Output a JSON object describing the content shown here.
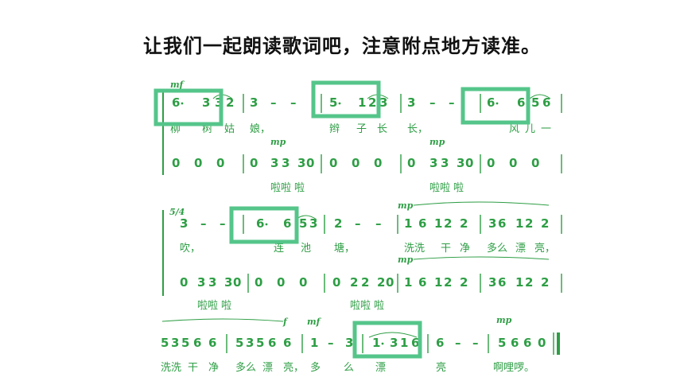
{
  "title": "让我们一起朗读歌词吧，注意附点地方读准。",
  "colors": {
    "notation": "#2e9e45",
    "highlight": "#55c58a",
    "title": "#111111"
  },
  "dynamics": {
    "mf": "mf",
    "mp": "mp",
    "f": "f"
  },
  "time_signature": "5/4",
  "system1": {
    "upper": [
      "6.",
      "3",
      "3",
      "2",
      "|",
      "3",
      "–",
      "–",
      "|",
      "5.",
      "1",
      "2",
      "3",
      "|",
      "3",
      "–",
      "–",
      "|",
      "6.",
      "6",
      "5",
      "6",
      "|"
    ],
    "lyrics_upper": [
      "柳",
      "树",
      "姑",
      "娘，",
      "辫",
      "子",
      "长",
      "长，",
      "风",
      "儿",
      "一"
    ],
    "lower": [
      "0",
      "0",
      "0",
      "|",
      "0",
      "3",
      "3",
      "3",
      "0",
      "|",
      "0",
      "0",
      "0",
      "|",
      "0",
      "3",
      "3",
      "3",
      "0",
      "|",
      "0",
      "0",
      "0",
      "|"
    ],
    "lyrics_lower": [
      "啦啦",
      "啦",
      "啦啦",
      "啦"
    ]
  },
  "system2": {
    "upper": [
      "3",
      "–",
      "–",
      "|",
      "6.",
      "6",
      "5",
      "3",
      "|",
      "2",
      "–",
      "–",
      "|",
      "1",
      "6",
      "1",
      "2",
      "2",
      "|",
      "3",
      "6",
      "1",
      "2",
      "2"
    ],
    "lyrics_upper": [
      "吹，",
      "池",
      "塘，",
      "洗洗",
      "干",
      "净",
      "多么",
      "漂",
      "亮，"
    ],
    "lyrics_upper_partial": [
      "吹，",
      "连",
      "池",
      "塘，"
    ],
    "lower": [
      "0",
      "3",
      "3",
      "3",
      "0",
      "|",
      "0",
      "0",
      "0",
      "|",
      "0",
      "2",
      "2",
      "2",
      "0",
      "|",
      "1",
      "6",
      "1",
      "2",
      "2",
      "|",
      "3",
      "6",
      "1",
      "2",
      "2"
    ],
    "lyrics_lower": [
      "啦啦",
      "啦",
      "啦啦",
      "啦"
    ]
  },
  "system3": {
    "notes": [
      "5",
      "3",
      "5",
      "6",
      "6",
      "|",
      "5",
      "3",
      "5",
      "6",
      "6",
      "|",
      "1",
      "–",
      "3",
      "|",
      "1.",
      "3",
      "1",
      "6",
      "|",
      "6",
      "–",
      "–",
      "|",
      "5",
      "6",
      "6",
      "0"
    ],
    "lyrics": [
      "洗洗",
      "干",
      "净",
      "多么",
      "漂",
      "亮，",
      "多",
      "么",
      "漂",
      "亮",
      "啊哩啰。"
    ]
  }
}
